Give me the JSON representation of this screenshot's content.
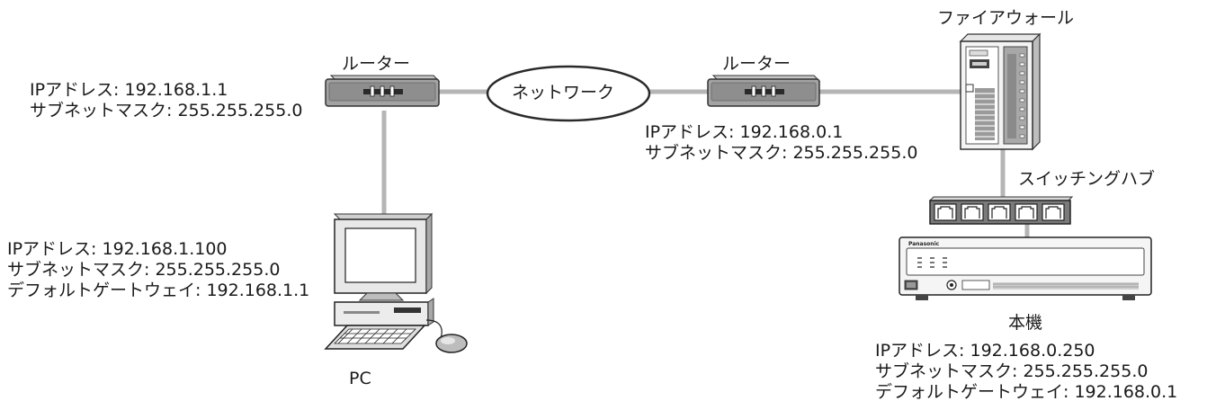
{
  "left_router": {
    "label": "ルーター",
    "ip": "IPアドレス: 192.168.1.1",
    "mask": "サブネットマスク: 255.255.255.0"
  },
  "network": {
    "label": "ネットワーク"
  },
  "right_router": {
    "label": "ルーター",
    "ip": "IPアドレス: 192.168.0.1",
    "mask": "サブネットマスク: 255.255.255.0"
  },
  "firewall": {
    "label": "ファイアウォール"
  },
  "switching_hub": {
    "label": "スイッチングハブ"
  },
  "pc": {
    "label": "PC",
    "ip": "IPアドレス: 192.168.1.100",
    "mask": "サブネットマスク: 255.255.255.0",
    "gateway": "デフォルトゲートウェイ: 192.168.1.1"
  },
  "recorder": {
    "label": "本機",
    "brand": "Panasonic",
    "ip": "IPアドレス: 192.168.0.250",
    "mask": "サブネットマスク: 255.255.255.0",
    "gateway": "デフォルトゲートウェイ: 192.168.0.1"
  }
}
